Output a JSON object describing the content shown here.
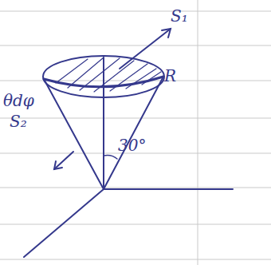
{
  "diagram": {
    "labels": [
      "S₁",
      "R",
      "θdφ",
      "S₂",
      "30°"
    ]
  }
}
